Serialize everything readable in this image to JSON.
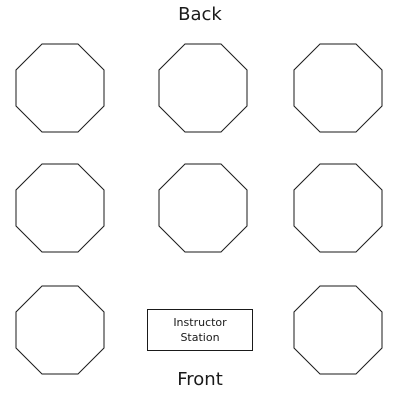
{
  "labels": {
    "back": "Back",
    "front": "Front"
  },
  "instructor_station": {
    "line1": "Instructor",
    "line2": "Station"
  },
  "tables": {
    "shape": "octagon",
    "count": 8
  },
  "colors": {
    "stroke": "#1a1a1a",
    "background": "#ffffff"
  }
}
